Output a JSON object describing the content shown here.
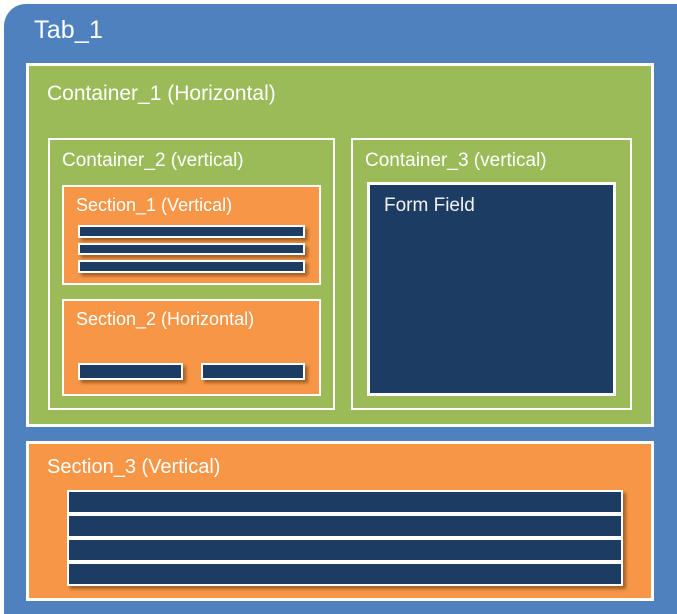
{
  "colors": {
    "tab_background": "#4e81bd",
    "container_background": "#9bbb59",
    "section_background": "#f79646",
    "field_background": "#1d3c63",
    "outline": "#ffffff",
    "text": "#ffffff"
  },
  "tab": {
    "title": "Tab_1"
  },
  "container_1": {
    "title": "Container_1  (Horizontal)"
  },
  "container_2": {
    "title": "Container_2 (vertical)"
  },
  "container_3": {
    "title": "Container_3 (vertical)",
    "form_field_label": "Form Field"
  },
  "section_1": {
    "title": "Section_1 (Vertical)",
    "fields": [
      {
        "name": "section-1-field-1"
      },
      {
        "name": "section-1-field-2"
      },
      {
        "name": "section-1-field-3"
      }
    ]
  },
  "section_2": {
    "title": "Section_2 (Horizontal)",
    "fields": [
      {
        "name": "section-2-field-1"
      },
      {
        "name": "section-2-field-2"
      }
    ]
  },
  "section_3": {
    "title": "Section_3 (Vertical)",
    "fields": [
      {
        "name": "section-3-field-1"
      },
      {
        "name": "section-3-field-2"
      },
      {
        "name": "section-3-field-3"
      },
      {
        "name": "section-3-field-4"
      }
    ]
  }
}
